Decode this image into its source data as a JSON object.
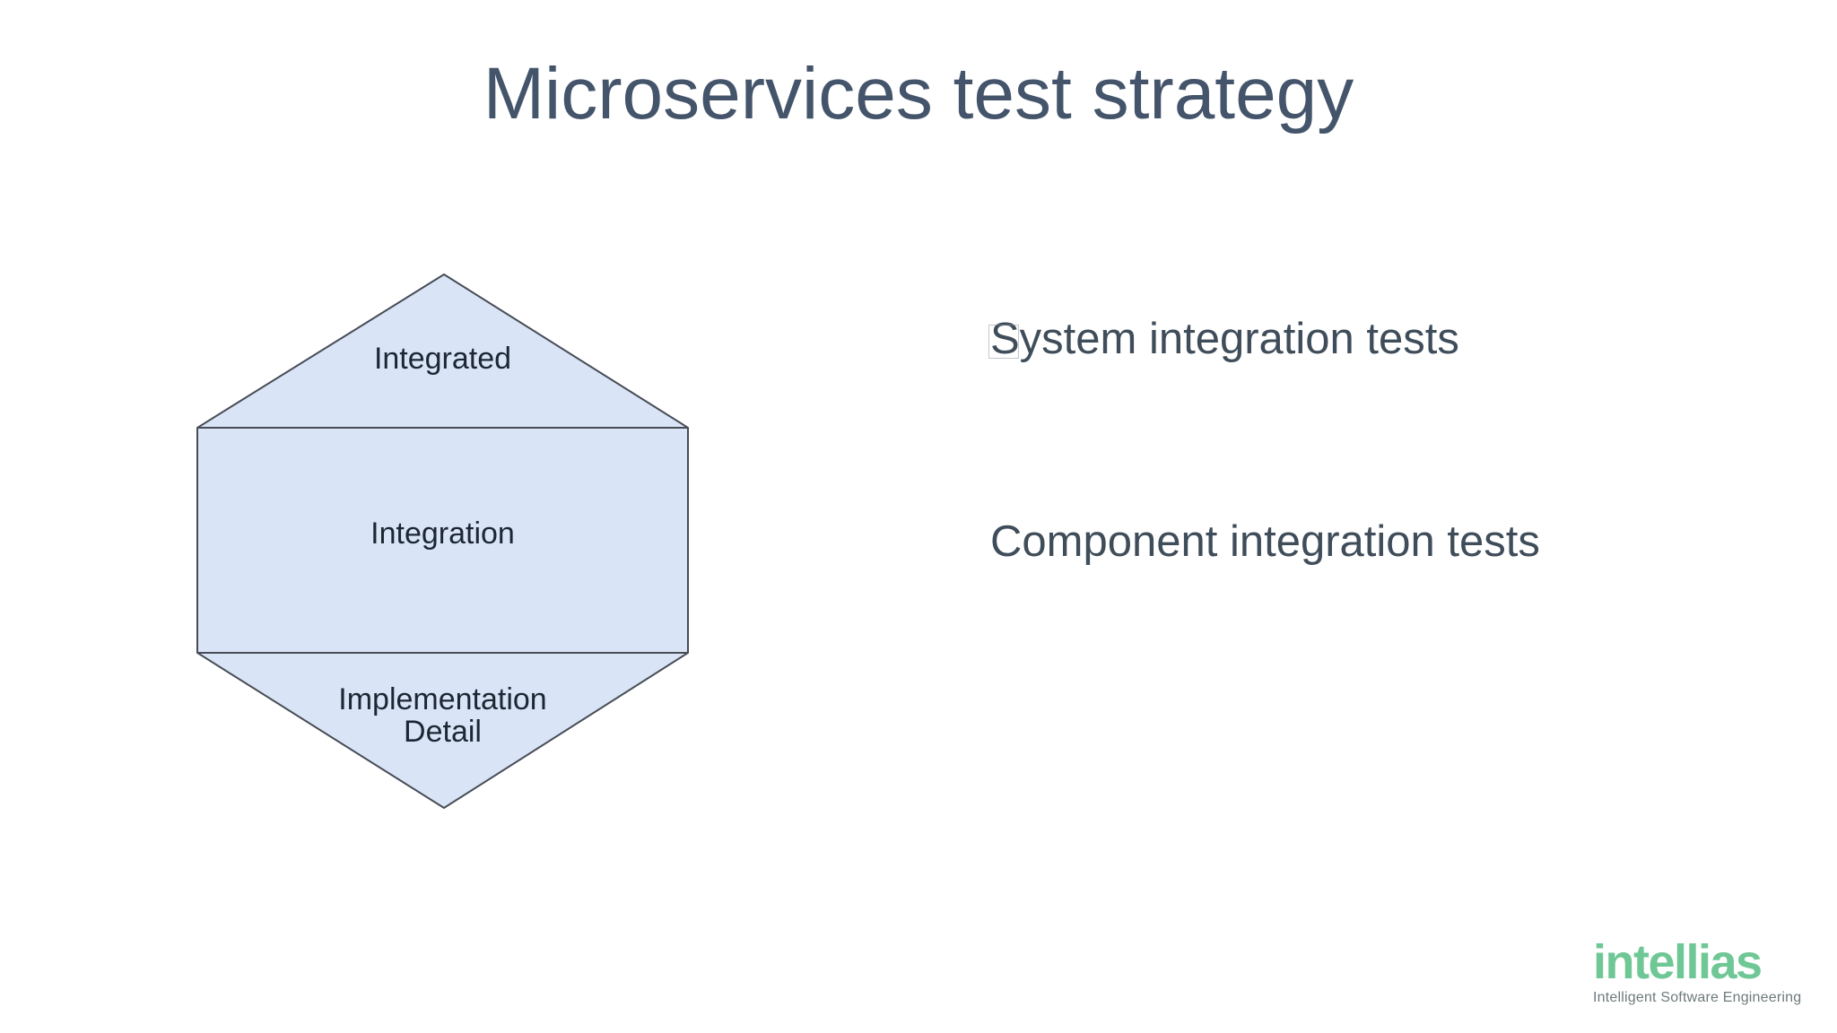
{
  "slide": {
    "title": "Microservices test strategy",
    "background_color": "#ffffff",
    "title_color": "#44546a"
  },
  "diagram": {
    "shape": "hexagon",
    "fill_color": "#d9e5f6",
    "stroke_color": "#474c55",
    "label_color": "#1d2633",
    "sections": [
      {
        "label": "Integrated"
      },
      {
        "label": "Integration"
      },
      {
        "label": "Implementation Detail",
        "line1": "Implementation",
        "line2": "Detail"
      }
    ]
  },
  "annotations": [
    {
      "text": "System integration tests"
    },
    {
      "text": "Component integration tests"
    }
  ],
  "annotation_color": "#3f4d5a",
  "logo": {
    "brand": "intellias",
    "tagline": "Intelligent Software Engineering",
    "brand_color": "#6ec794",
    "tagline_color": "#6e797c"
  }
}
